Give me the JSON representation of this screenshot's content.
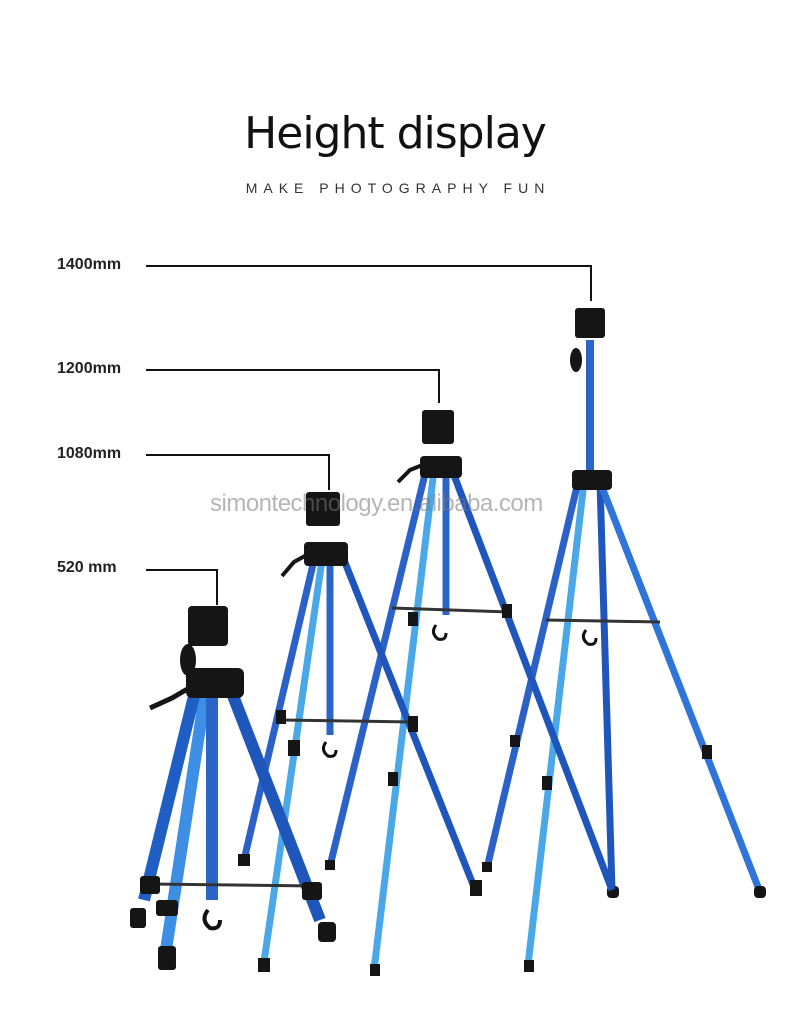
{
  "header": {
    "title": "Height display",
    "subtitle": "MAKE PHOTOGRAPHY FUN"
  },
  "heights": [
    {
      "label": "1400mm"
    },
    {
      "label": "1200mm"
    },
    {
      "label": "1080mm"
    },
    {
      "label": "520 mm"
    }
  ],
  "watermark": "simontechnology.en.alibaba.com",
  "colors": {
    "leg_blue_dark": "#1f5fc4",
    "leg_blue_light": "#3a9ae0",
    "black": "#141414"
  }
}
